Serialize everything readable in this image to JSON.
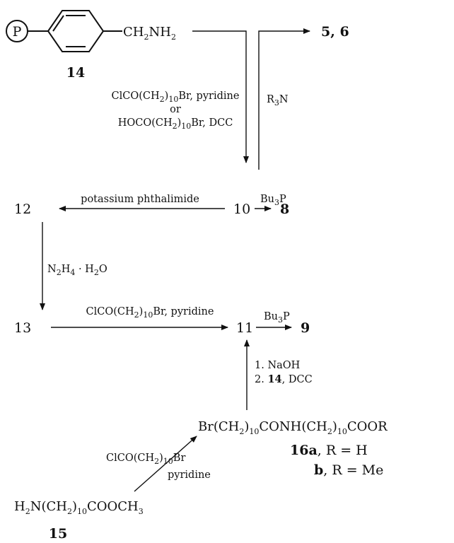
{
  "resin": {
    "label": "P",
    "compound": "14",
    "group": {
      "a": "CH",
      "a_sub": "2",
      "b": "NH",
      "b_sub": "2"
    }
  },
  "arrows": {
    "top_right_products": "5, 6",
    "reagents_14_to_10": {
      "line1_a": "ClCO(CH",
      "line1_sub": "2",
      "line1_b": ")",
      "line1_n": "10",
      "line1_c": "Br, pyridine",
      "or": "or",
      "line3_a": "HOCO(CH",
      "line3_sub": "2",
      "line3_b": ")",
      "line3_n": "10",
      "line3_c": "Br, DCC"
    },
    "amine": {
      "a": "R",
      "sub": "3",
      "b": "N"
    },
    "phthalimide": "potassium phthalimide",
    "bu3p_top": {
      "a": "Bu",
      "sub": "3",
      "b": "P"
    },
    "hydrazine": {
      "a": "N",
      "a_sub": "2",
      "b": "H",
      "b_sub": "4",
      "c": " · H",
      "c_sub": "2",
      "d": "O"
    },
    "acyl_13_to_11": {
      "a": "ClCO(CH",
      "sub": "2",
      "b": ")",
      "n": "10",
      "c": "Br, pyridine"
    },
    "bu3p_bottom": {
      "a": "Bu",
      "sub": "3",
      "b": "P"
    },
    "step1": "1. NaOH",
    "step2_a": "2. ",
    "step2_b": "14",
    "step2_c": ", DCC",
    "acyl_15": {
      "a": "ClCO(CH",
      "sub": "2",
      "b": ")",
      "n": "10",
      "c": "Br"
    },
    "pyridine": "pyridine"
  },
  "compounds": {
    "c12": "12",
    "c10": "10",
    "c8": "8",
    "c13": "13",
    "c11": "11",
    "c9": "9",
    "c15": "15"
  },
  "compound16": {
    "a": "Br(CH",
    "s1": "2",
    "b": ")",
    "s2": "10",
    "c": "CONH(CH",
    "s3": "2",
    "d": ")",
    "s4": "10",
    "e": "COOR"
  },
  "labels16": {
    "a_num": "16a",
    "a_rest": ", R = H",
    "b_letter": "b",
    "b_rest": ", R = Me"
  },
  "compound15_formula": {
    "a": "H",
    "s1": "2",
    "b": "N(CH",
    "s2": "2",
    "c": ")",
    "s3": "10",
    "d": "COOCH",
    "s4": "3"
  }
}
